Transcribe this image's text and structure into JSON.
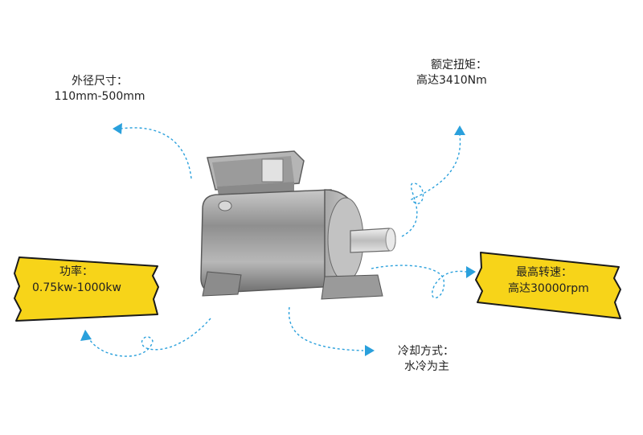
{
  "specs": {
    "size": {
      "title": "外径尺寸：",
      "value": "110mm-500mm"
    },
    "torque": {
      "title": "额定扭矩：",
      "value": "高达3410Nm"
    },
    "power": {
      "title": "功率：",
      "value": "0.75kw-1000kw"
    },
    "speed": {
      "title": "最高转速：",
      "value": "高达30000rpm"
    },
    "cooling": {
      "title": "冷却方式：",
      "value": "水冷为主"
    }
  },
  "colors": {
    "tape_yellow": "#f7d419",
    "tape_border": "#1a1a1a",
    "arrow_blue": "#2aa0dc",
    "motor_gray": "#9a9a9a"
  },
  "icons": [
    "arrow-icon"
  ]
}
